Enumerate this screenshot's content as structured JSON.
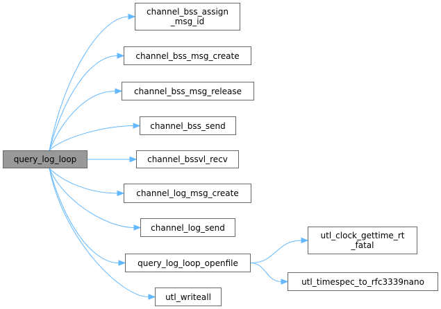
{
  "colors": {
    "edge": "#63b8ff",
    "node_border": "#666666",
    "root_fill": "#999999",
    "node_fill": "#ffffff"
  },
  "root": {
    "id": "root",
    "label": "query_log_loop"
  },
  "nodes": [
    {
      "id": "n1",
      "label": "channel_bss_assign\n_msg_id"
    },
    {
      "id": "n2",
      "label": "channel_bss_msg_create"
    },
    {
      "id": "n3",
      "label": "channel_bss_msg_release"
    },
    {
      "id": "n4",
      "label": "channel_bss_send"
    },
    {
      "id": "n5",
      "label": "channel_bssvl_recv"
    },
    {
      "id": "n6",
      "label": "channel_log_msg_create"
    },
    {
      "id": "n7",
      "label": "channel_log_send"
    },
    {
      "id": "n8",
      "label": "query_log_loop_openfile"
    },
    {
      "id": "n9",
      "label": "utl_writeall"
    },
    {
      "id": "n10",
      "label": "utl_clock_gettime_rt\n_fatal"
    },
    {
      "id": "n11",
      "label": "utl_timespec_to_rfc3339nano"
    }
  ],
  "edges": [
    [
      "root",
      "n1"
    ],
    [
      "root",
      "n2"
    ],
    [
      "root",
      "n3"
    ],
    [
      "root",
      "n4"
    ],
    [
      "root",
      "n5"
    ],
    [
      "root",
      "n6"
    ],
    [
      "root",
      "n7"
    ],
    [
      "root",
      "n8"
    ],
    [
      "root",
      "n9"
    ],
    [
      "n8",
      "n10"
    ],
    [
      "n8",
      "n11"
    ]
  ]
}
